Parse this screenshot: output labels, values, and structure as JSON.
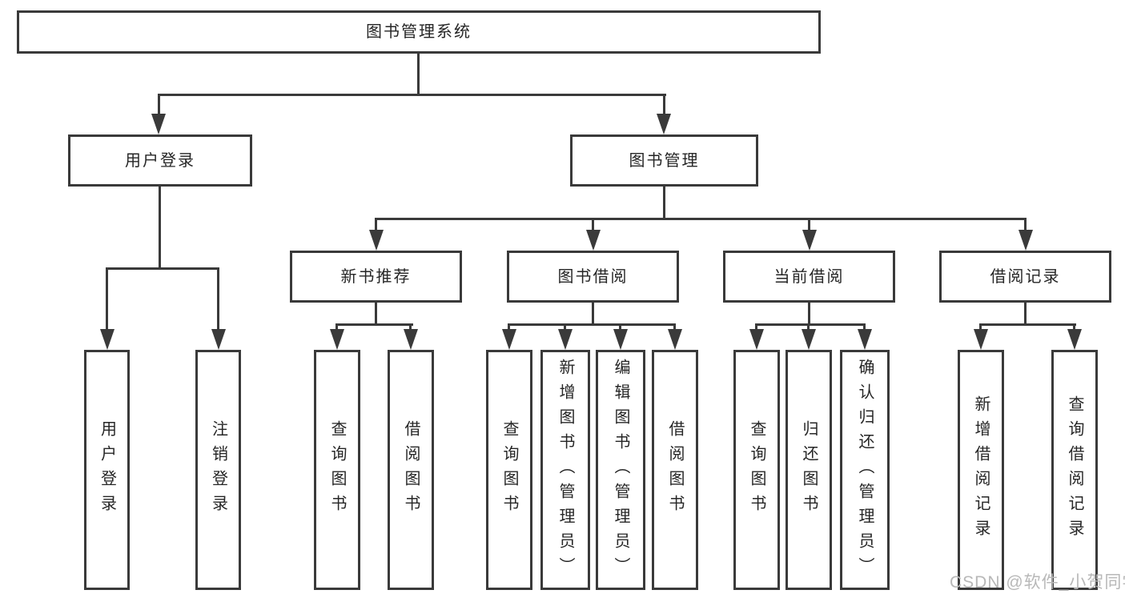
{
  "root": {
    "label": "图书管理系统"
  },
  "level2": [
    {
      "label": "用户登录"
    },
    {
      "label": "图书管理"
    }
  ],
  "level3": [
    {
      "label": "新书推荐"
    },
    {
      "label": "图书借阅"
    },
    {
      "label": "当前借阅"
    },
    {
      "label": "借阅记录"
    }
  ],
  "leaves": {
    "user_login": [
      "用户登录",
      "注销登录"
    ],
    "new_books": [
      "查询图书",
      "借阅图书"
    ],
    "book_borrow": [
      "查询图书",
      "新增图书（管理员）",
      "编辑图书（管理员）",
      "借阅图书"
    ],
    "current_borrow": [
      "查询图书",
      "归还图书",
      "确认归还（管理员）"
    ],
    "borrow_records": [
      "新增借阅记录",
      "查询借阅记录"
    ]
  },
  "watermark": "CSDN @软件_小贺同学",
  "colors": {
    "line": "#3a3a3a",
    "text": "#262626",
    "watermark": "#b8b8b8",
    "background": "#ffffff"
  }
}
